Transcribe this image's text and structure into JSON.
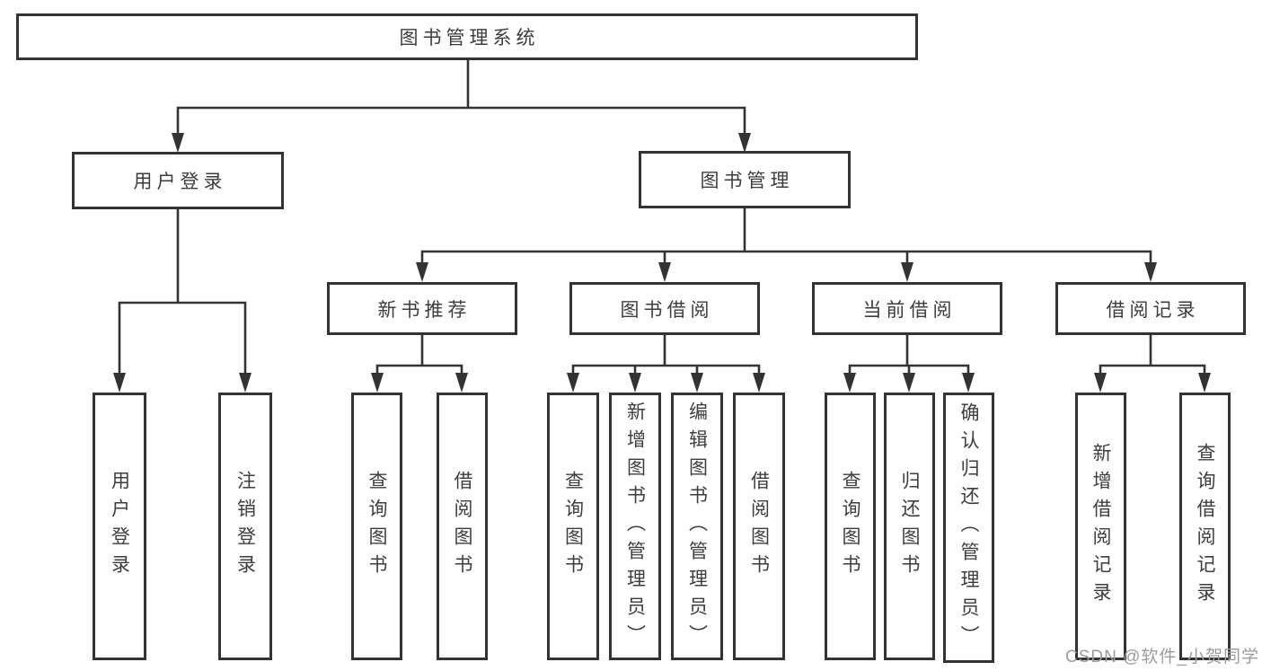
{
  "colors": {
    "line": "#333333",
    "box_border": "#333333",
    "text": "#3d3d3d",
    "background": "#ffffff",
    "watermark_color": "#9c9c9c"
  },
  "watermark": "CSDN @软件_小贺同学",
  "tree": {
    "label": "图书管理系统",
    "children": [
      {
        "label": "用户登录",
        "children": [
          {
            "label": "用户登录"
          },
          {
            "label": "注销登录"
          }
        ]
      },
      {
        "label": "图书管理",
        "children": [
          {
            "label": "新书推荐",
            "children": [
              {
                "label": "查询图书"
              },
              {
                "label": "借阅图书"
              }
            ]
          },
          {
            "label": "图书借阅",
            "children": [
              {
                "label": "查询图书"
              },
              {
                "label": "新增图书（管理员）"
              },
              {
                "label": "编辑图书（管理员）"
              },
              {
                "label": "借阅图书"
              }
            ]
          },
          {
            "label": "当前借阅",
            "children": [
              {
                "label": "查询图书"
              },
              {
                "label": "归还图书"
              },
              {
                "label": "确认归还（管理员）"
              }
            ]
          },
          {
            "label": "借阅记录",
            "children": [
              {
                "label": "新增借阅记录"
              },
              {
                "label": "查询借阅记录"
              }
            ]
          }
        ]
      }
    ]
  }
}
